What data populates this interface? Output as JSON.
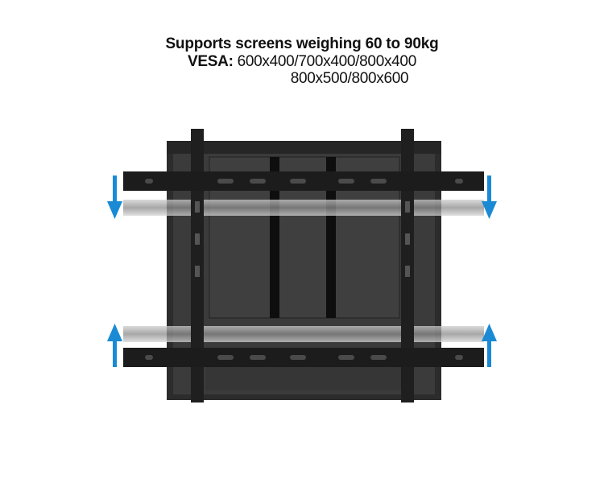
{
  "caption": {
    "weight_line": "Supports screens weighing 60 to 90kg",
    "vesa_label": "VESA:",
    "vesa_line1": "600x400/700x400/800x400",
    "vesa_line2": "800x500/800x600"
  },
  "colors": {
    "arrow": "#1a8ad4",
    "mount": "#2b2b2b",
    "ghost": "#9a9a9a"
  }
}
